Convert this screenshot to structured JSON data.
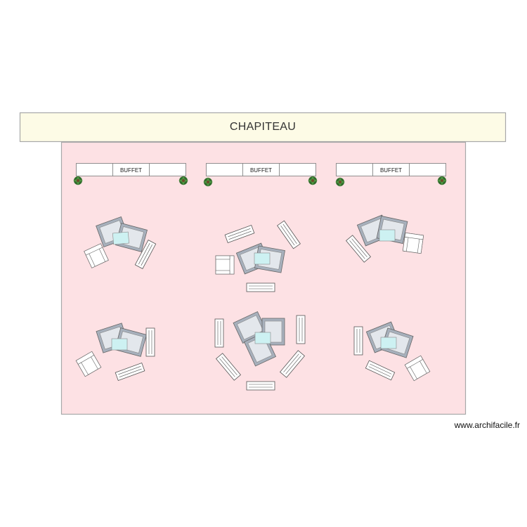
{
  "header": {
    "title": "CHAPITEAU"
  },
  "buffets": [
    {
      "label": "BUFFET"
    },
    {
      "label": "BUFFET"
    },
    {
      "label": "BUFFET"
    }
  ],
  "footer": {
    "watermark": "www.archifacile.fr"
  },
  "colors": {
    "banner_fill": "#fdfbe6",
    "floor_fill": "#fde1e4",
    "outline": "#a8a8a8",
    "rug_fill": "#a7b0bc",
    "table_fill": "#cdf1f2",
    "plant": "#2f6b2a"
  },
  "icons": {
    "plant": "potted-plant-icon"
  }
}
